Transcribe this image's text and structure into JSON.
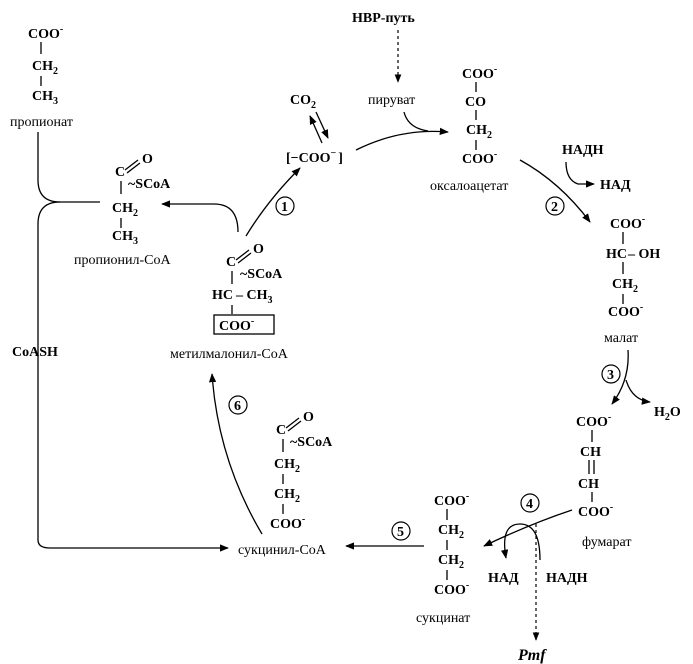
{
  "labels": {
    "hbp_path": "НВР-путь",
    "propionate": "пропионат",
    "propionyl_coa": "пропионил-CoA",
    "methylmalonyl_coa": "метилмалонил-CoA",
    "succinyl_coa": "сукцинил-CoA",
    "pyruvate": "пируват",
    "oxaloacetate": "оксалоацетат",
    "malate": "малат",
    "fumarate": "фумарат",
    "succinate": "сукцинат",
    "coash": "CoASH",
    "pmf": "Pmf"
  },
  "cofactors": {
    "nadh_1": "НАДН",
    "nad_1": "НАД",
    "nad_2": "НАД",
    "nadh_2": "НАДН",
    "co2": "CO",
    "co2_sub": "2",
    "h2o": "H",
    "h2o_sub": "2",
    "h2o_tail": "O",
    "bracket_coo": "[−COO",
    "bracket_sup": "−",
    "bracket_close": "]"
  },
  "groups": {
    "coo": "COO",
    "coo_charge": "-",
    "ch2": "CH",
    "ch3": "CH",
    "sub2": "2",
    "sub3": "3",
    "co": "CO",
    "c_eq_o": "C",
    "o": "O",
    "scoa": "~SCoA",
    "hc": "HC",
    "hc_oh": "HC",
    "oh": "OH",
    "ch": "CH",
    "ch3_dash": "– CH"
  },
  "steps": [
    "1",
    "2",
    "3",
    "4",
    "5",
    "6"
  ]
}
